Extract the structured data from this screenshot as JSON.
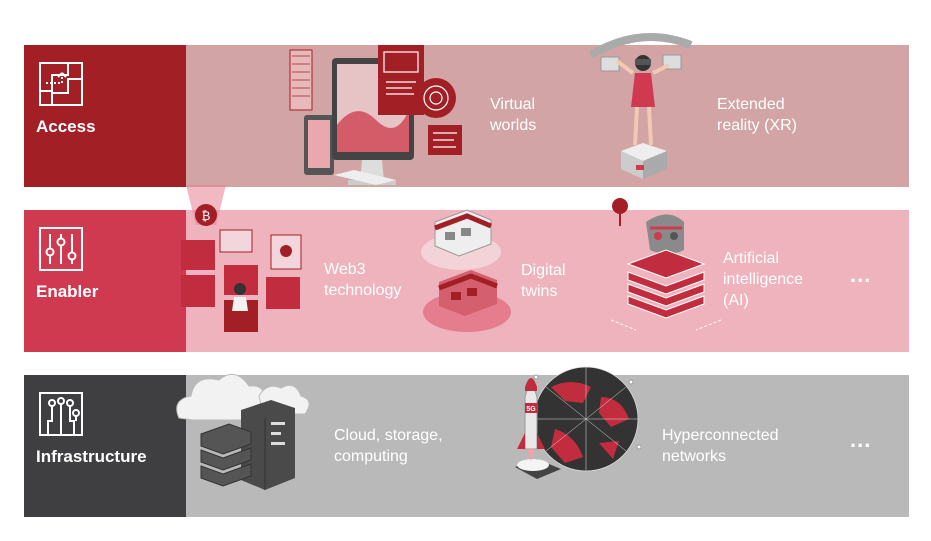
{
  "layers": [
    {
      "title": "Access",
      "icon": "maze-icon",
      "items": [
        {
          "label": "Virtual\nworlds",
          "illustration": "monitor-devices-icon"
        },
        {
          "label": "Extended\nreality (XR)",
          "illustration": "vr-headset-person-icon"
        }
      ],
      "more": ""
    },
    {
      "title": "Enabler",
      "icon": "sliders-icon",
      "items": [
        {
          "label": "Web3\ntechnology",
          "illustration": "blockchain-cubes-icon"
        },
        {
          "label": "Digital\ntwins",
          "illustration": "twin-shops-icon"
        },
        {
          "label": "Artificial\nintelligence\n(AI)",
          "illustration": "robot-head-icon"
        }
      ],
      "more": "..."
    },
    {
      "title": "Infrastructure",
      "icon": "circuit-icon",
      "items": [
        {
          "label": "Cloud, storage,\ncomputing",
          "illustration": "cloud-servers-icon"
        },
        {
          "label": "Hyperconnected\nnetworks",
          "illustration": "globe-rocket-5g-icon"
        }
      ],
      "more": "..."
    }
  ],
  "rocket_badge": "5G",
  "colors": {
    "access_dark": "#a31f26",
    "access_light": "#d3a4a5",
    "enabler_dark": "#d03a50",
    "enabler_light": "#efb3bd",
    "infra_dark": "#3f3f41",
    "infra_light": "#b9b9b9"
  }
}
